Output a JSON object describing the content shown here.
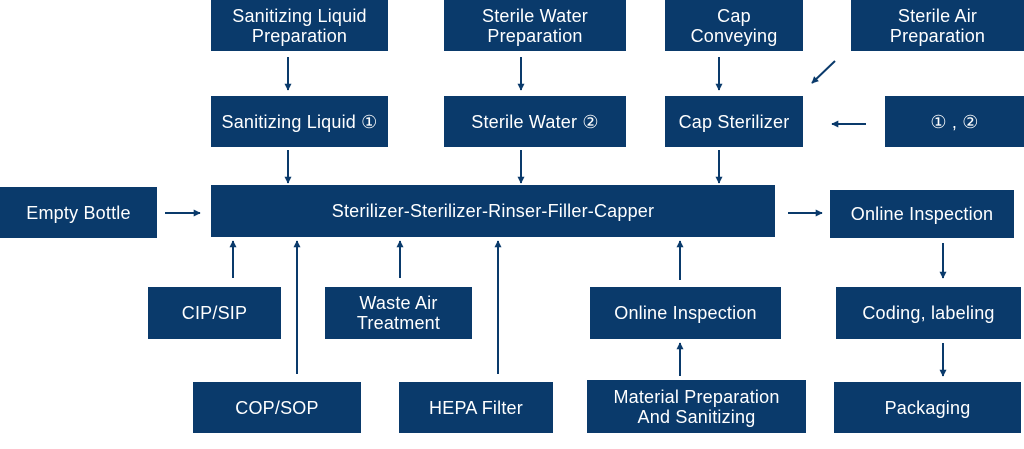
{
  "colors": {
    "box": "#0a3a6b",
    "arrow": "#0a3a6b",
    "text": "#ffffff"
  },
  "boxes": {
    "sanitizing_prep": "Sanitizing Liquid\nPreparation",
    "sterile_water_prep": "Sterile Water\nPreparation",
    "cap_conveying": "Cap\nConveying",
    "sterile_air_prep": "Sterile Air\nPreparation",
    "sanitizing_liquid": "Sanitizing Liquid ①",
    "sterile_water": "Sterile Water ②",
    "cap_sterilizer": "Cap Sterilizer",
    "cap_inputs": "① , ②",
    "empty_bottle": "Empty Bottle",
    "main_line": "Sterilizer-Sterilizer-Rinser-Filler-Capper",
    "online_inspection_right": "Online Inspection",
    "cip_sip": "CIP/SIP",
    "waste_air": "Waste Air\nTreatment",
    "online_inspection_bottom": "Online Inspection",
    "coding_labeling": "Coding, labeling",
    "cop_sop": "COP/SOP",
    "hepa_filter": "HEPA Filter",
    "material_prep": "Material Preparation\nAnd Sanitizing",
    "packaging": "Packaging"
  }
}
